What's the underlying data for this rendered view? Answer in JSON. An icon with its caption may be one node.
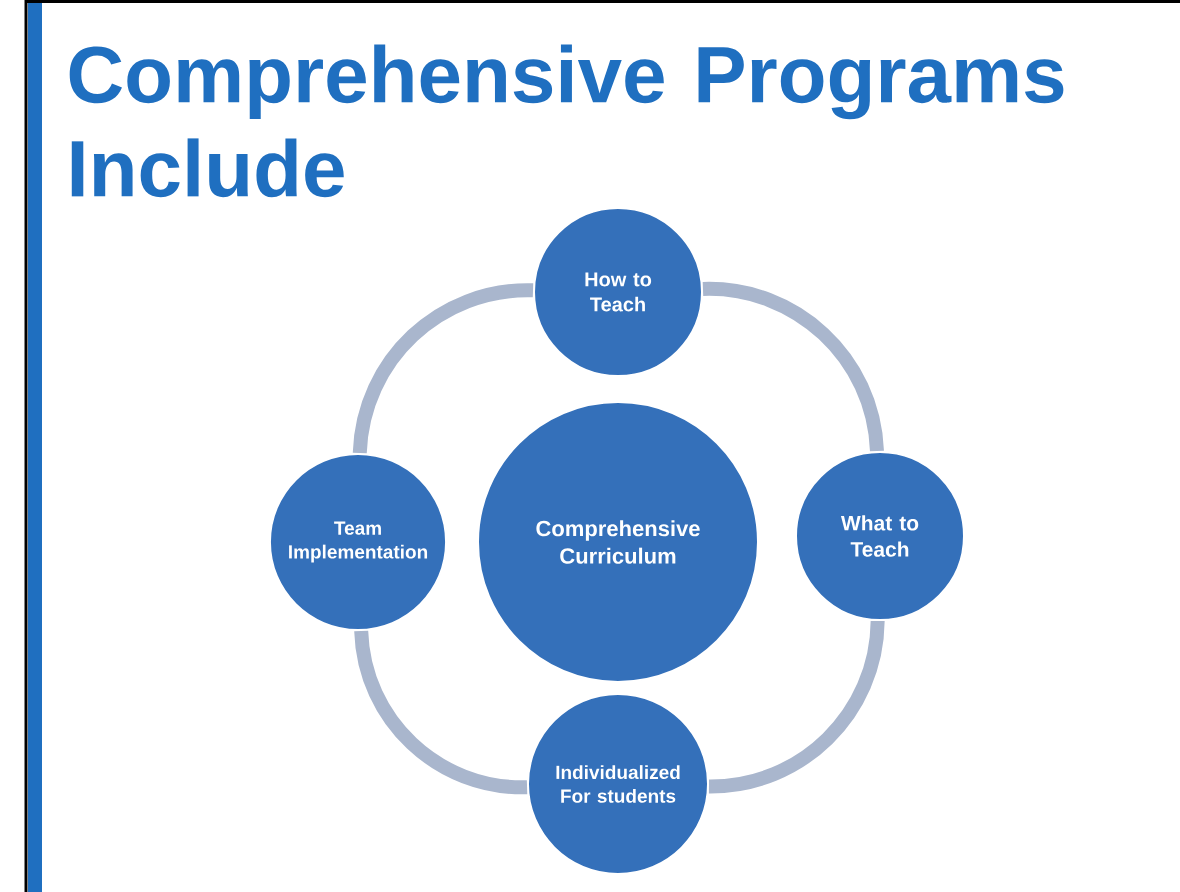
{
  "diagram": {
    "title": "Comprehensive Programs Include",
    "nodes": [
      {
        "text": [
          "How to Teach"
        ]
      },
      {
        "text": [
          "Team Implementation"
        ]
      },
      {
        "text": [
          "Comprehensive Curriculum"
        ]
      },
      {
        "text": [
          "What to Teach"
        ]
      },
      {
        "text": [
          "Individualized For students"
        ]
      }
    ],
    "edges": [
      {
        "from": 0,
        "to": 3,
        "arrow": "none"
      },
      {
        "from": 3,
        "to": 4,
        "arrow": "none"
      },
      {
        "from": 4,
        "to": 1,
        "arrow": "none"
      },
      {
        "from": 1,
        "to": 0,
        "arrow": "none"
      }
    ]
  }
}
